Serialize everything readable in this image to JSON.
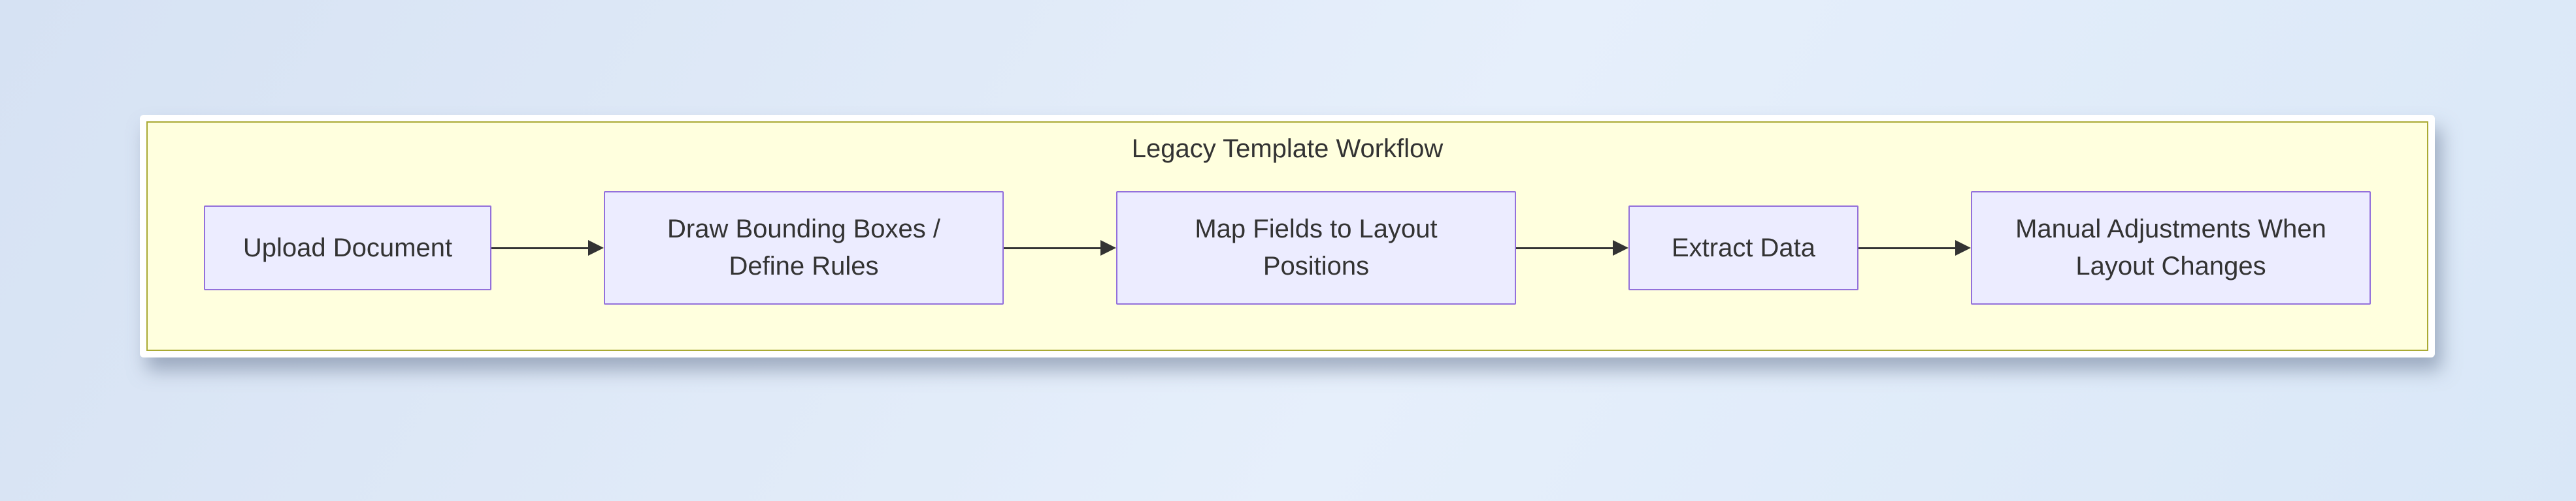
{
  "colors": {
    "page_bg_start": "#d6e2f3",
    "page_bg_mid": "#e6effb",
    "page_bg_end": "#d9e7f7",
    "container_bg": "#ffffde",
    "container_border": "#aaaa33",
    "node_bg": "#ececff",
    "node_border": "#9370db",
    "text": "#333333",
    "arrow": "#333333"
  },
  "diagram": {
    "type": "flowchart",
    "title": "Legacy Template Workflow",
    "nodes": [
      {
        "id": "upload-document",
        "label": "Upload Document"
      },
      {
        "id": "draw-bounding-boxes",
        "label": "Draw Bounding Boxes /\nDefine Rules"
      },
      {
        "id": "map-fields",
        "label": "Map Fields to Layout\nPositions"
      },
      {
        "id": "extract-data",
        "label": "Extract Data"
      },
      {
        "id": "manual-adjustments",
        "label": "Manual Adjustments When\nLayout Changes"
      }
    ],
    "edges": [
      {
        "from": "upload-document",
        "to": "draw-bounding-boxes"
      },
      {
        "from": "draw-bounding-boxes",
        "to": "map-fields"
      },
      {
        "from": "map-fields",
        "to": "extract-data"
      },
      {
        "from": "extract-data",
        "to": "manual-adjustments"
      }
    ]
  }
}
